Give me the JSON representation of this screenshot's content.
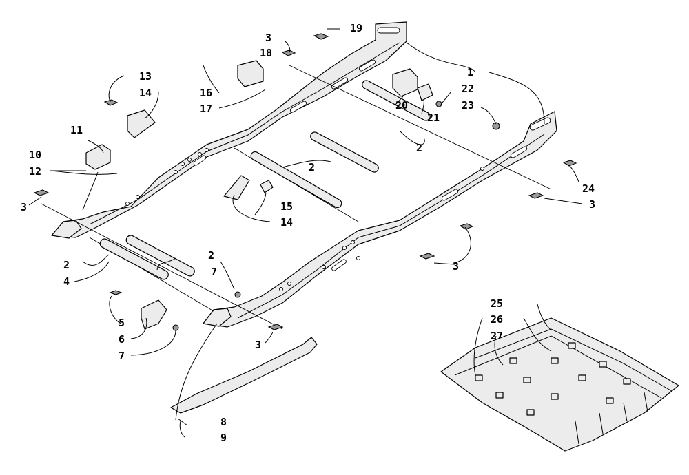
{
  "callouts": {
    "n1": "1",
    "n2a": "2",
    "n2b": "2",
    "n2c": "2",
    "n2d": "2",
    "n3a": "3",
    "n3b": "3",
    "n3c": "3",
    "n3d": "3",
    "n3e": "3",
    "n4": "4",
    "n5": "5",
    "n6": "6",
    "n7a": "7",
    "n7b": "7",
    "n8": "8",
    "n9": "9",
    "n10": "10",
    "n11": "11",
    "n12": "12",
    "n13": "13",
    "n14a": "14",
    "n14b": "14",
    "n15": "15",
    "n16": "16",
    "n17": "17",
    "n18": "18",
    "n19": "19",
    "n20": "20",
    "n21": "21",
    "n22": "22",
    "n23": "23",
    "n24": "24",
    "n25": "25",
    "n26": "26",
    "n27": "27"
  }
}
